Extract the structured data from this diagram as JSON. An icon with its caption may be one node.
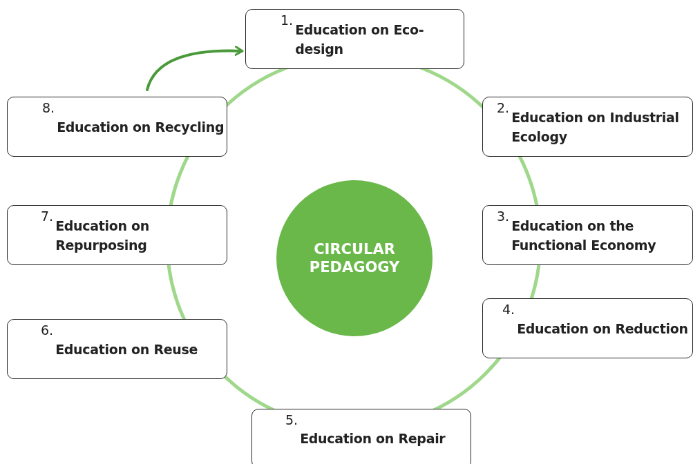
{
  "diagram": {
    "nodes": [
      {
        "text": [
          "CIRCULAR PEDAGOGY"
        ]
      },
      {
        "text": [
          "1.",
          "Education on Eco-design"
        ]
      },
      {
        "text": [
          "2.",
          "Education on Industrial Ecology"
        ]
      },
      {
        "text": [
          "3.",
          "Education on the Functional Economy"
        ]
      },
      {
        "text": [
          "4.",
          "Education on Reduction"
        ]
      },
      {
        "text": [
          "5.",
          "Education on Repair"
        ]
      },
      {
        "text": [
          "6.",
          "Education on Reuse"
        ]
      },
      {
        "text": [
          "7.",
          "Education on Repurposing"
        ]
      },
      {
        "text": [
          "8.",
          "Education on Recycling"
        ]
      }
    ],
    "edges": [
      {
        "from": 8,
        "to": 1,
        "arrow": "to"
      }
    ]
  }
}
